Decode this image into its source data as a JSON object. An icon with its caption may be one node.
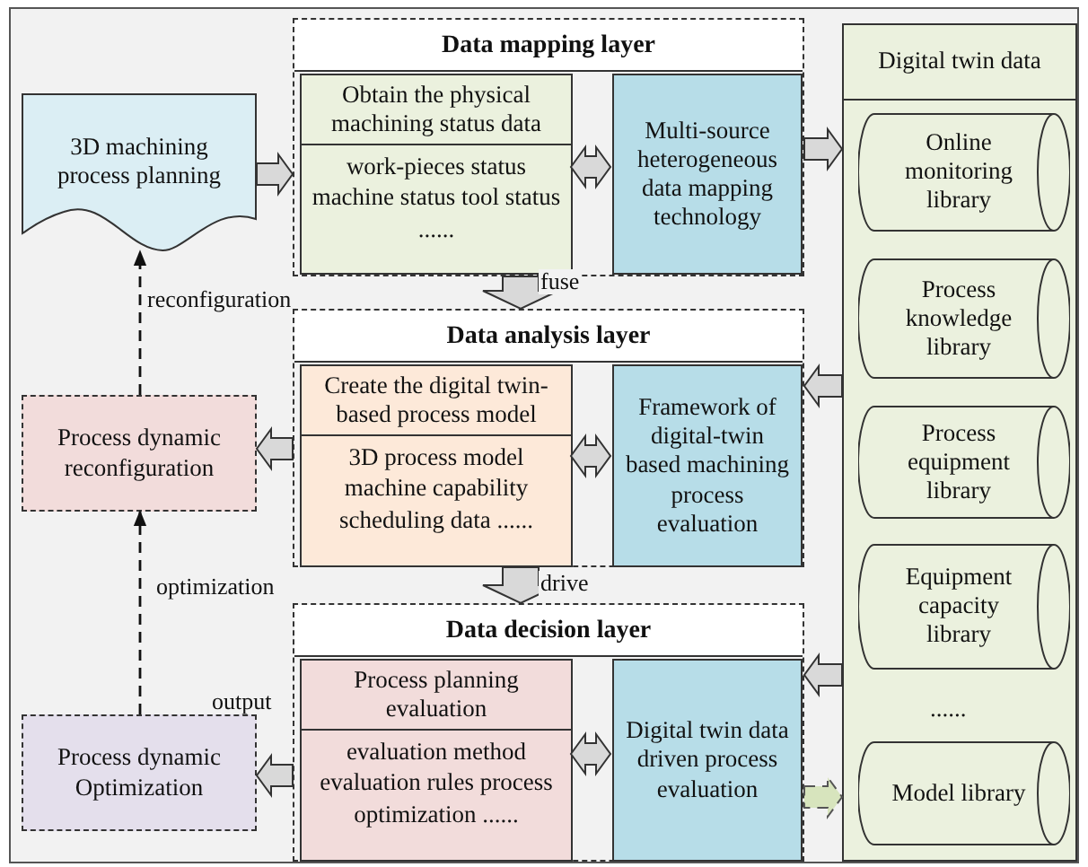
{
  "diagram": {
    "nodes": [
      {
        "text": [
          "3D machining process planning"
        ]
      },
      {
        "text": [
          "Data mapping layer"
        ]
      },
      {
        "text": [
          "Obtain the physical machining status data",
          "work-pieces status machine status tool status ......"
        ],
        "in": 1
      },
      {
        "text": [
          "Multi-source heterogeneous data mapping technology"
        ],
        "in": 1
      },
      {
        "text": [
          "Data analysis layer"
        ]
      },
      {
        "text": [
          "Create the digital twin-based process model",
          "3D process model machine capability scheduling data ......"
        ],
        "in": 4
      },
      {
        "text": [
          "Framework of digital-twin based machining process evaluation"
        ],
        "in": 4
      },
      {
        "text": [
          "Data decision layer"
        ]
      },
      {
        "text": [
          "Process planning evaluation",
          "evaluation method evaluation rules process optimization ......"
        ],
        "in": 7
      },
      {
        "text": [
          "Digital twin data driven process evaluation"
        ],
        "in": 7
      },
      {
        "text": [
          "Digital twin data"
        ]
      },
      {
        "text": [
          "Online monitoring library"
        ],
        "in": 10
      },
      {
        "text": [
          "Process knowledge library"
        ],
        "in": 10
      },
      {
        "text": [
          "Process equipment library"
        ],
        "in": 10
      },
      {
        "text": [
          "Equipment capacity library"
        ],
        "in": 10
      },
      {
        "text": [
          "Model library"
        ],
        "in": 10
      },
      {
        "text": [
          "Process dynamic reconfiguration"
        ]
      },
      {
        "text": [
          "Process dynamic Optimization"
        ]
      }
    ],
    "edges": [
      {
        "from": 0,
        "to": 1,
        "arrow": "to"
      },
      {
        "from": 2,
        "to": 3,
        "arrow": "both"
      },
      {
        "from": 1,
        "to": 10,
        "arrow": "to"
      },
      {
        "from": 1,
        "to": 4,
        "arrow": "to",
        "label": "fuse"
      },
      {
        "from": 10,
        "to": 4,
        "arrow": "to"
      },
      {
        "from": 5,
        "to": 6,
        "arrow": "both"
      },
      {
        "from": 4,
        "to": 16,
        "arrow": "to"
      },
      {
        "from": 4,
        "to": 7,
        "arrow": "to",
        "label": "drive"
      },
      {
        "from": 10,
        "to": 7,
        "arrow": "to"
      },
      {
        "from": 8,
        "to": 9,
        "arrow": "both"
      },
      {
        "from": 7,
        "to": 17,
        "arrow": "to",
        "label": "output"
      },
      {
        "from": 7,
        "to": 10,
        "arrow": "to",
        "style": "dashed",
        "color": "#d7e4bd"
      },
      {
        "from": 17,
        "to": 16,
        "arrow": "to",
        "style": "dashed",
        "label": "optimization"
      },
      {
        "from": 16,
        "to": 0,
        "arrow": "to",
        "style": "dashed",
        "label": "reconfiguration"
      }
    ],
    "labels": [
      "......"
    ]
  }
}
